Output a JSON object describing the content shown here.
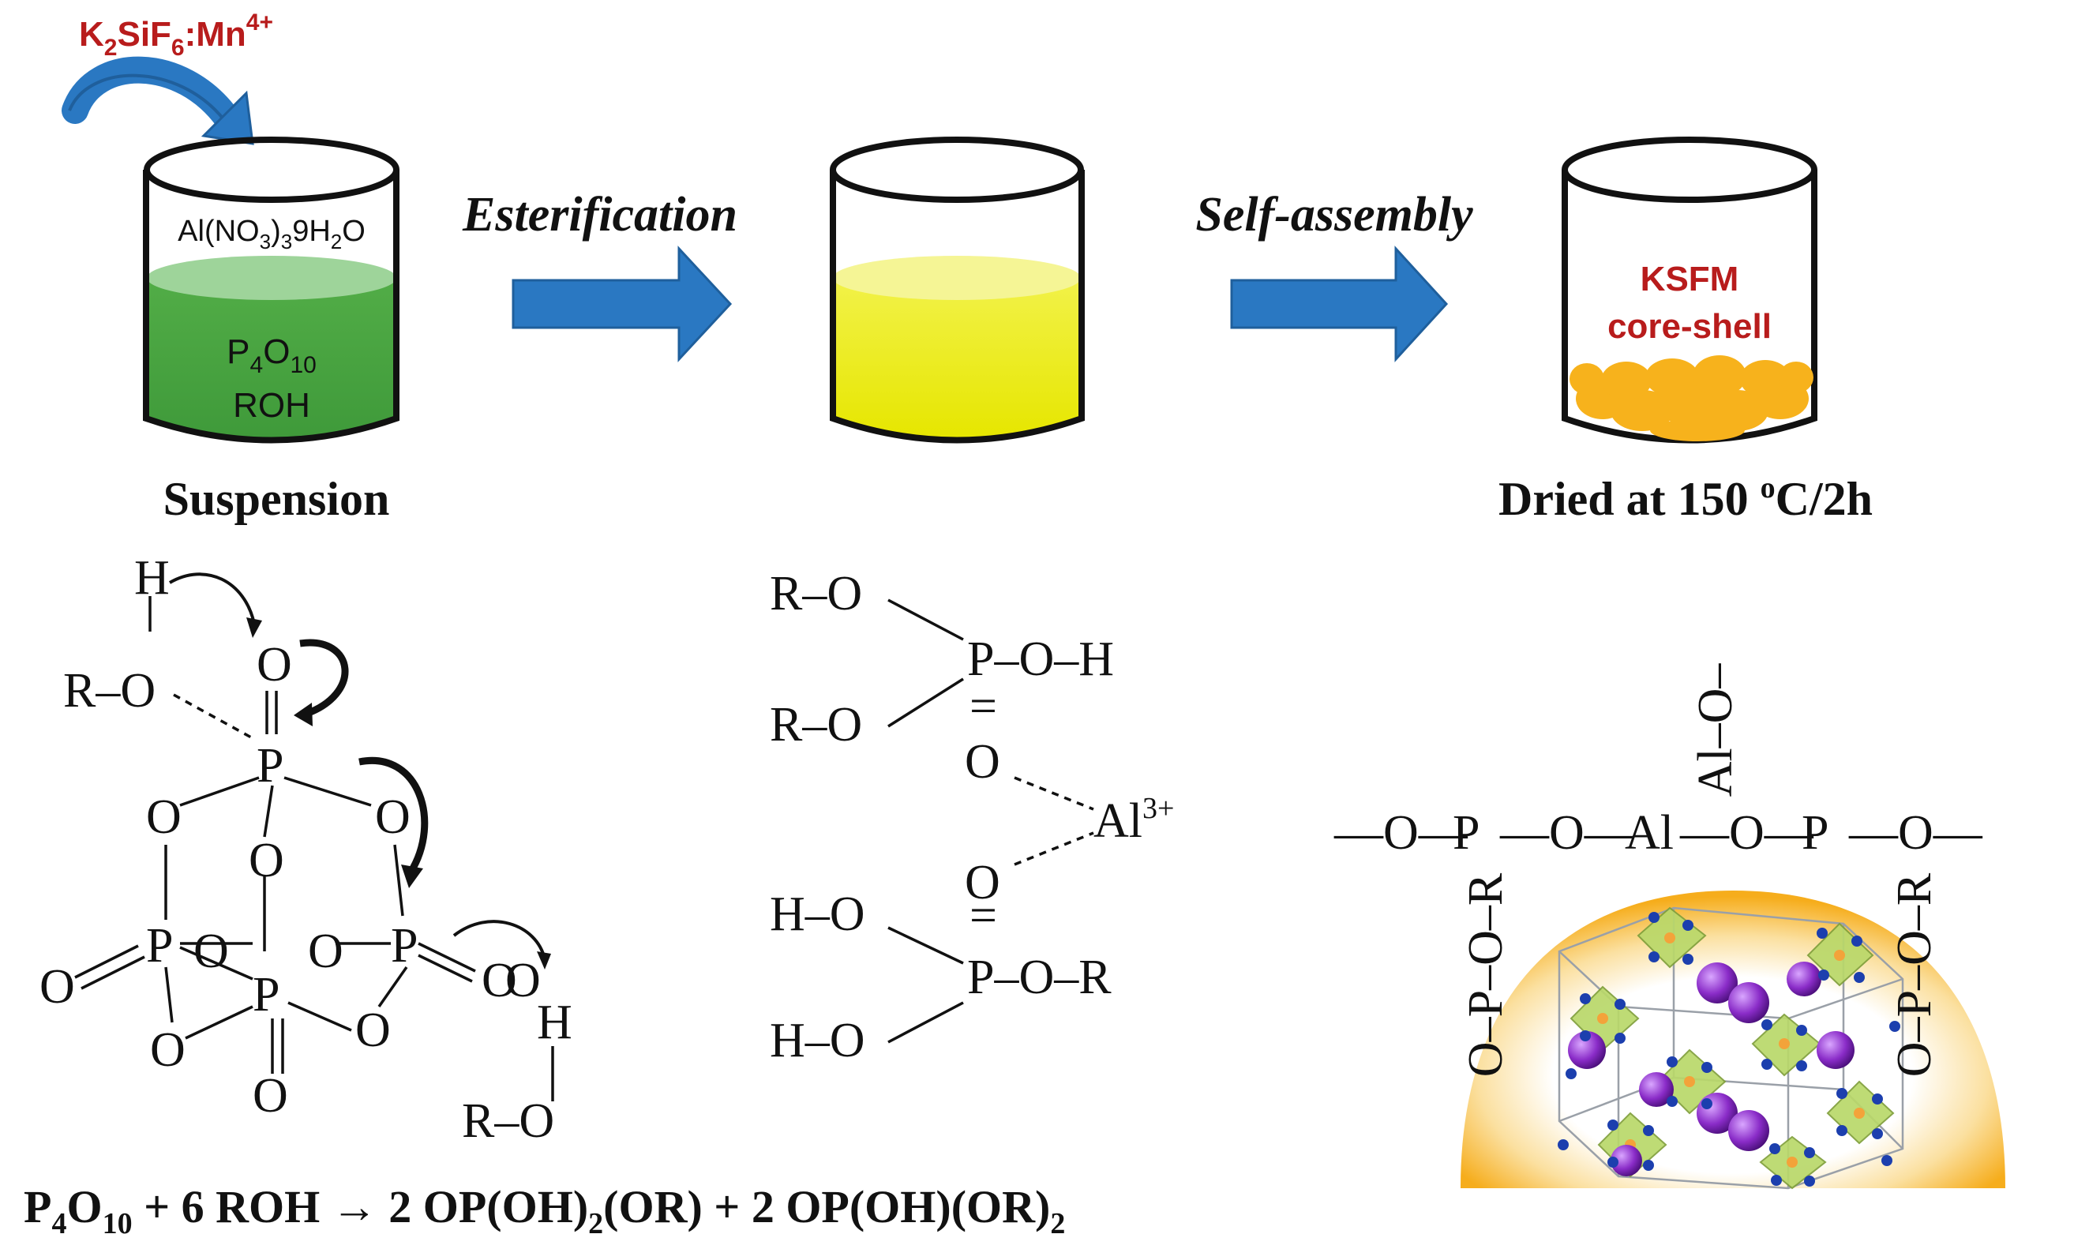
{
  "top": {
    "reagent": {
      "base": "K",
      "sub1": "2",
      "mid": "SiF",
      "sub2": "6",
      "tail": ":Mn",
      "sup": "4+"
    },
    "beaker1": {
      "label_a": "Al(NO",
      "label_sub1": "3",
      "label_b": ")",
      "label_sub2": "3",
      "label_c": "9H",
      "label_sub3": "2",
      "label_d": "O",
      "content_a": "P",
      "content_sub1": "4",
      "content_b": "O",
      "content_sub2": "10",
      "content_line2": "ROH",
      "caption": "Suspension"
    },
    "arrow1_label": "Esterification",
    "arrow2_label": "Self-assembly",
    "beaker3": {
      "line1": "KSFM",
      "line2": "core-shell",
      "caption_a": "Dried at 150 ",
      "caption_sup": "o",
      "caption_b": "C/2h"
    }
  },
  "equation": {
    "p1": "P",
    "s1": "4",
    "p2": "O",
    "s2": "10",
    "p3": " + 6 ROH → 2 OP(OH)",
    "s3": "2",
    "p4": "(OR) + 2 OP(OH)(OR)",
    "s4": "2"
  },
  "chem_left": {
    "atoms": [
      "H",
      "O",
      "R–O",
      "O",
      "P",
      "O",
      "O",
      "O",
      "P",
      "O",
      "O",
      "P",
      "O",
      "O",
      "P",
      "O",
      "O",
      "O",
      "H",
      "R–O"
    ]
  },
  "chem_middle": {
    "atoms": [
      "R–O",
      "P–O–H",
      "R–O",
      "=",
      "O",
      "Al",
      "3+",
      "O",
      "=",
      "H–O",
      "P–O–R",
      "H–O"
    ]
  },
  "chem_right": {
    "chain": [
      "—O—",
      "P",
      "—O—",
      "Al",
      "—O—",
      "P",
      "—O—"
    ],
    "vertical_labels": [
      "O–P–O–R",
      "Al–O–",
      "O–P–O–R"
    ]
  },
  "colors": {
    "arrow_blue": "#2a78c2",
    "green_liquid": "#4caa44",
    "yellow_liquid": "#eeee10",
    "orange_particles": "#f7b21c",
    "red_text": "#b81c1c"
  }
}
